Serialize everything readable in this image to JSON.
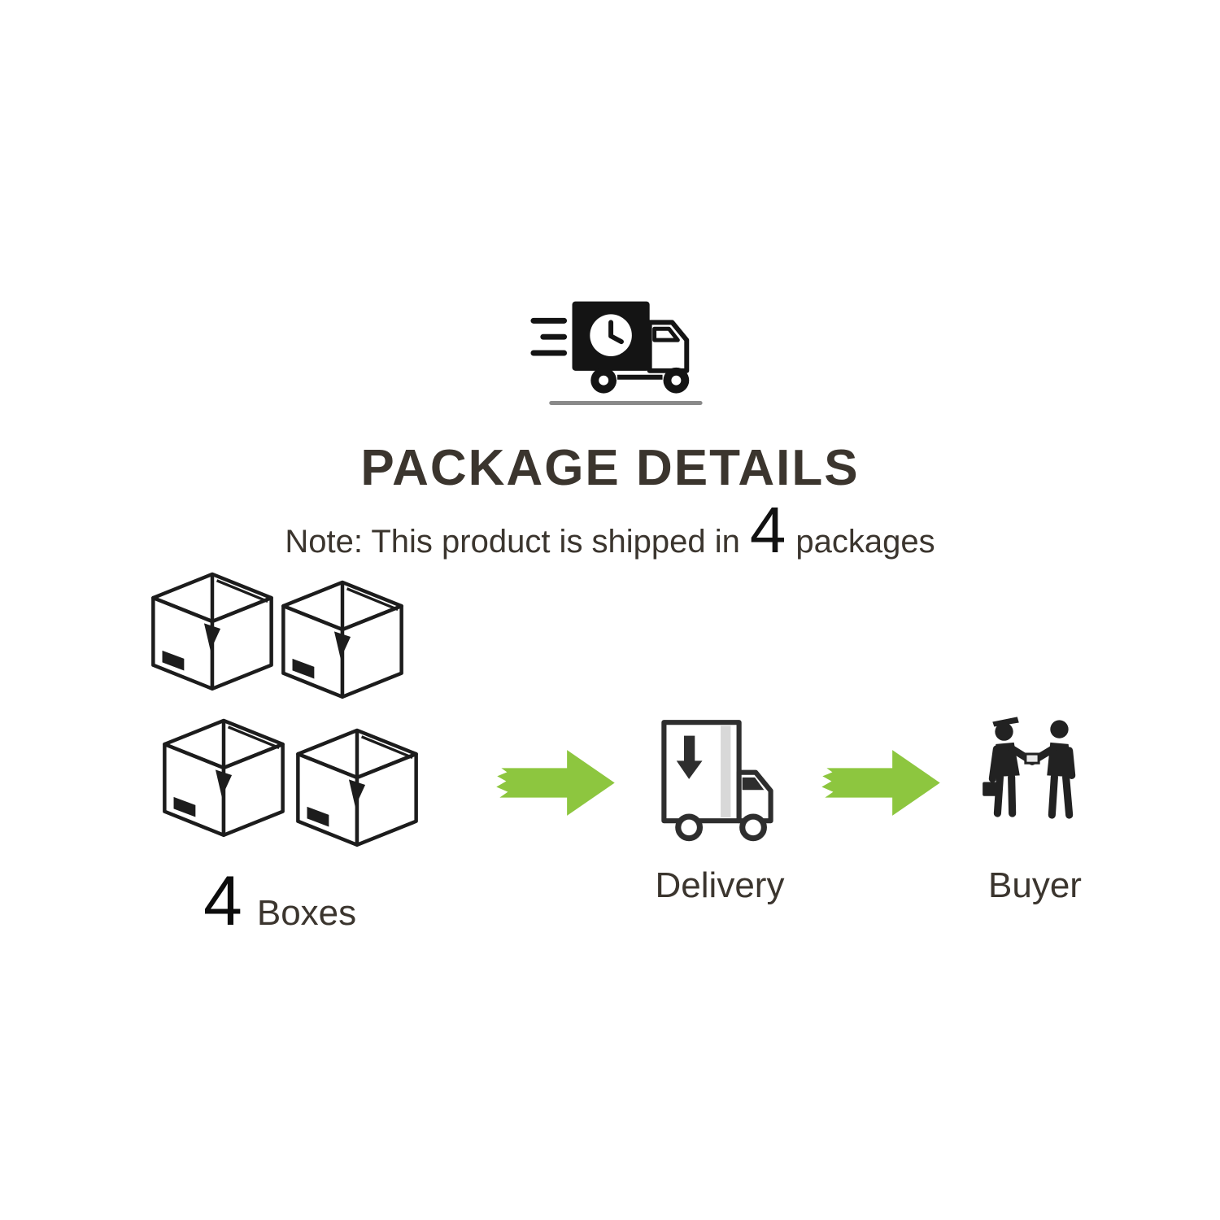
{
  "header": {
    "icon": "fast-shipping-truck-icon",
    "title": "PACKAGE DETAILS",
    "note": {
      "prefix": "Note: This product is shipped in",
      "count": "4",
      "suffix": "packages"
    }
  },
  "flow": {
    "boxes": {
      "icon": "package-box-icon",
      "icon_count": 4,
      "count": "4",
      "label": "Boxes"
    },
    "arrow_icon": "flow-arrow-icon",
    "delivery": {
      "icon": "delivery-truck-icon",
      "label": "Delivery"
    },
    "buyer": {
      "icon": "buyer-handshake-icon",
      "label": "Buyer"
    }
  },
  "colors": {
    "arrow_green": "#8dc63f",
    "text_dark": "#3b352e",
    "icon_ink": "#1c1c1c",
    "background": "#ffffff"
  }
}
